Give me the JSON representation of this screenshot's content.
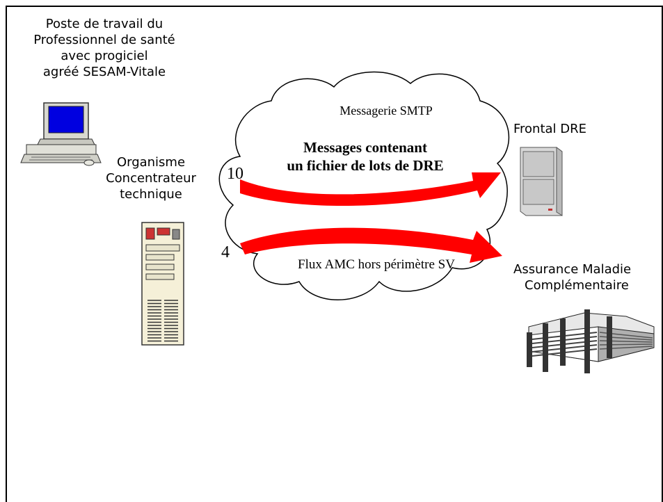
{
  "workstation": {
    "lines": [
      "Poste de travail du",
      "Professionnel de santé",
      "avec progiciel",
      "agréé SESAM-Vitale"
    ]
  },
  "concentrator": {
    "lines": [
      "Organisme",
      "Concentrateur",
      "technique"
    ]
  },
  "frontal": {
    "label": "Frontal DRE"
  },
  "amc": {
    "lines": [
      "Assurance Maladie",
      "Complémentaire"
    ]
  },
  "cloud": {
    "title": "Messagerie SMTP",
    "message_lines": [
      "Messages contenant",
      "un fichier de lots de DRE"
    ],
    "flow_label": "Flux AMC hors périmètre SV"
  },
  "arrows": {
    "top_number": "10",
    "bottom_number": "4",
    "color": "#ff0000"
  }
}
